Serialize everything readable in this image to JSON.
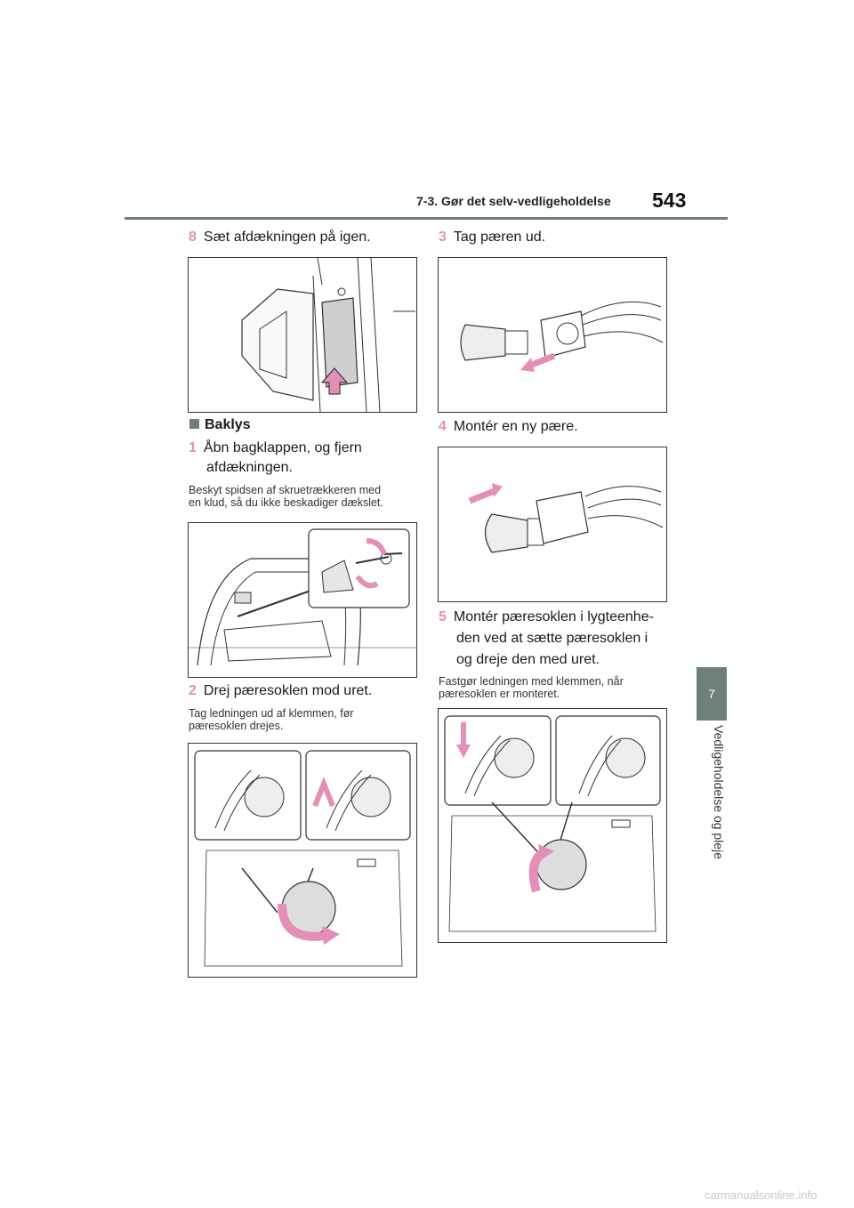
{
  "header": {
    "section": "7-3. Gør det selv-vedligeholdelse",
    "page_number": "543"
  },
  "chapter": {
    "number": "7",
    "title": "Vedligeholdelse og pleje"
  },
  "left": {
    "step8": {
      "num": "8",
      "text": "Sæt afdækningen på igen."
    },
    "heading": "Baklys",
    "step1": {
      "num": "1",
      "line1": "Åbn bagklappen, og fjern",
      "line2": "afdækningen."
    },
    "note1": {
      "line1": "Beskyt spidsen af skruetrækkeren med",
      "line2": "en klud, så du ikke beskadiger dækslet."
    },
    "step2": {
      "num": "2",
      "text": "Drej pæresoklen mod uret."
    },
    "note2": {
      "line1": "Tag ledningen ud af klemmen, før",
      "line2": "pæresoklen drejes."
    }
  },
  "right": {
    "step3": {
      "num": "3",
      "text": "Tag pæren ud."
    },
    "step4": {
      "num": "4",
      "text": "Montér en ny pære."
    },
    "step5": {
      "num": "5",
      "line1": "Montér pæresoklen i lygteenhe-",
      "line2": "den ved at sætte pæresoklen i",
      "line3": "og dreje den med uret."
    },
    "note5": {
      "line1": "Fastgør ledningen med klemmen, når",
      "line2": "pæresoklen er monteret."
    }
  },
  "colors": {
    "accent_pink": "#e38fb7",
    "chapter_gray": "#6f7f7c"
  },
  "footer": "carmanualsonline.info"
}
